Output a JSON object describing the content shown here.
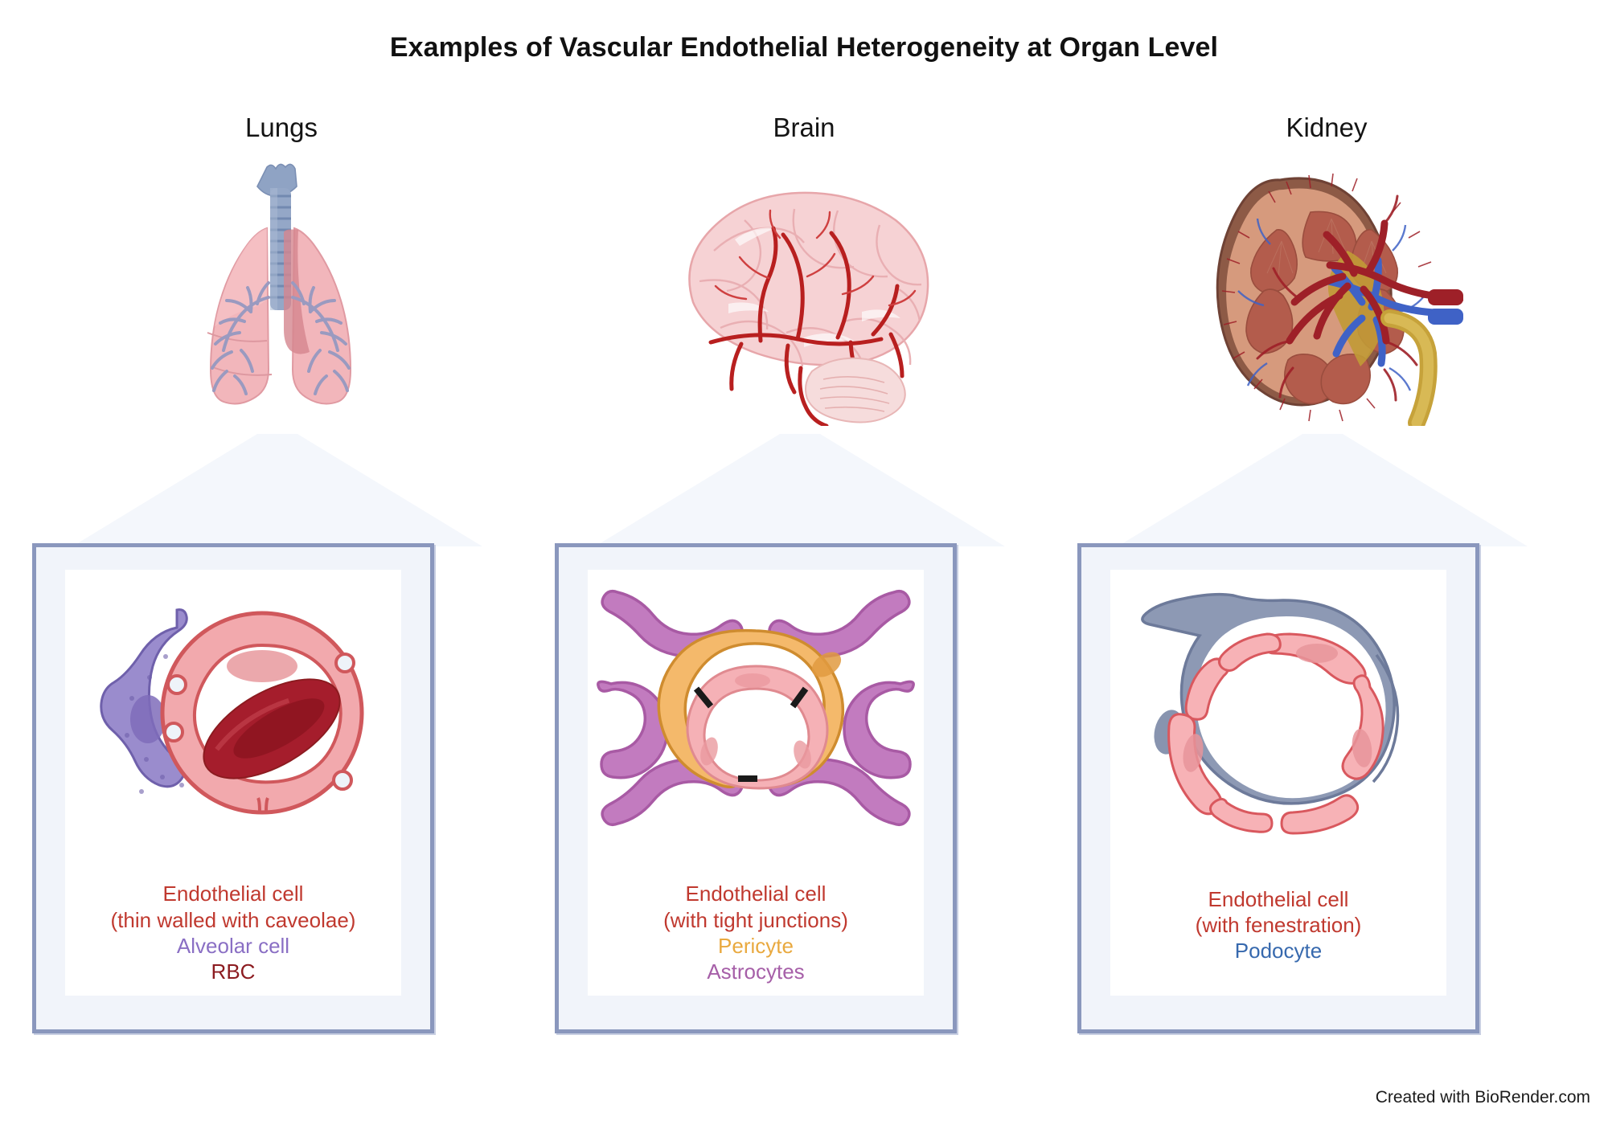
{
  "figure": {
    "title": "Examples of Vascular Endothelial Heterogeneity at Organ Level",
    "credit": "Created with BioRender.com"
  },
  "colors": {
    "endothelial_red": "#c0392f",
    "alveolar_purple": "#8a6fc4",
    "rbc_dark_red": "#8c1b20",
    "pericyte_orange": "#e9a93f",
    "astrocyte_purple": "#a65fa8",
    "podocyte_blue": "#3769ae",
    "panel_border": "#8a97bd",
    "panel_fill": "#f1f4fa",
    "funnel_fill": "#f4f7fc",
    "title_black": "#111111"
  },
  "columns": [
    {
      "key": "lungs",
      "organ_label": "Lungs",
      "organ_icon": "lungs-illustration",
      "cell_icon": "lung-capillary-diagram",
      "caption": [
        {
          "text": "Endothelial cell",
          "color": "#c0392f"
        },
        {
          "text": "(thin walled with caveolae)",
          "color": "#c0392f"
        },
        {
          "text": "Alveolar cell",
          "color": "#8a6fc4"
        },
        {
          "text": "RBC",
          "color": "#8c1b20"
        }
      ]
    },
    {
      "key": "brain",
      "organ_label": "Brain",
      "organ_icon": "brain-illustration",
      "cell_icon": "blood-brain-barrier-diagram",
      "caption": [
        {
          "text": "Endothelial cell",
          "color": "#c0392f"
        },
        {
          "text": "(with tight junctions)",
          "color": "#c0392f"
        },
        {
          "text": "Pericyte",
          "color": "#e9a93f"
        },
        {
          "text": "Astrocytes",
          "color": "#a65fa8"
        }
      ]
    },
    {
      "key": "kidney",
      "organ_label": "Kidney",
      "organ_icon": "kidney-illustration",
      "cell_icon": "glomerular-capillary-diagram",
      "caption": [
        {
          "text": "Endothelial cell",
          "color": "#c0392f"
        },
        {
          "text": "(with fenestration)",
          "color": "#c0392f"
        },
        {
          "text": "Podocyte",
          "color": "#3769ae"
        }
      ]
    }
  ]
}
